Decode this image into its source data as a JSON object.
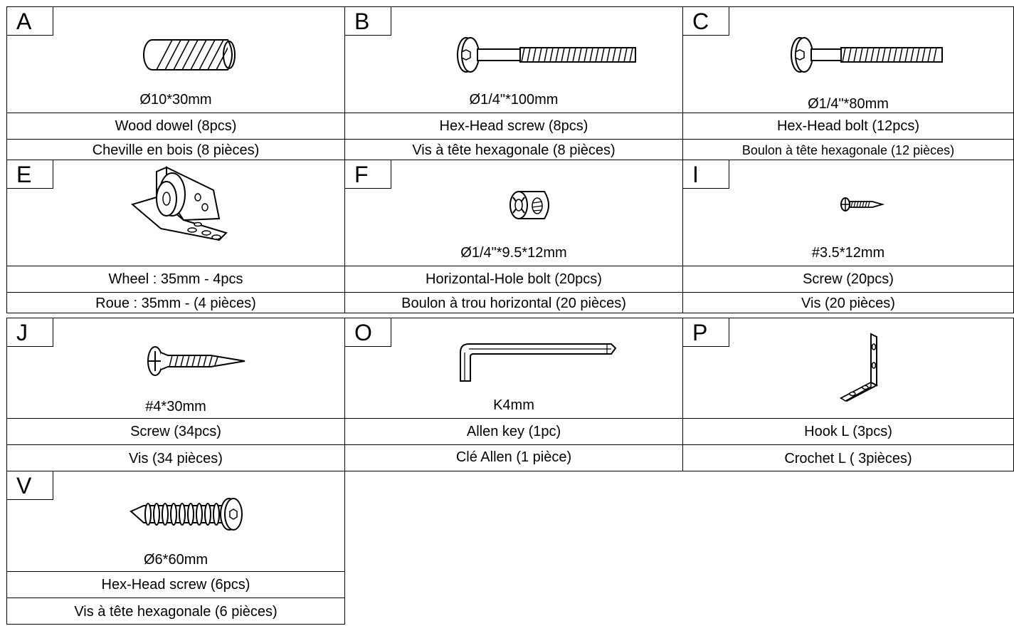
{
  "parts": [
    {
      "letter": "A",
      "icon": "wood-dowel-icon",
      "size": "Ø10*30mm",
      "name_en": "Wood dowel (8pcs)",
      "name_fr": "Cheville en bois (8 pièces)"
    },
    {
      "letter": "B",
      "icon": "hex-head-screw-icon",
      "size": "Ø1/4\"*100mm",
      "name_en": "Hex-Head screw (8pcs)",
      "name_fr": "Vis à tête hexagonale (8 pièces)"
    },
    {
      "letter": "C",
      "icon": "hex-head-bolt-icon",
      "size": "Ø1/4\"*80mm",
      "name_en": "Hex-Head bolt (12pcs)",
      "name_fr": "Boulon à tête hexagonale (12 pièces)"
    },
    {
      "letter": "E",
      "icon": "wheel-bracket-icon",
      "size": "",
      "name_en": "Wheel : 35mm - 4pcs",
      "name_fr": "Roue : 35mm - (4 pièces)"
    },
    {
      "letter": "F",
      "icon": "barrel-nut-icon",
      "size": "Ø1/4\"*9.5*12mm",
      "name_en": "Horizontal-Hole bolt (20pcs)",
      "name_fr": "Boulon à trou horizontal (20 pièces)"
    },
    {
      "letter": "I",
      "icon": "small-screw-icon",
      "size": "#3.5*12mm",
      "name_en": "Screw (20pcs)",
      "name_fr": "Vis (20 pièces)"
    },
    {
      "letter": "J",
      "icon": "wood-screw-icon",
      "size": "#4*30mm",
      "name_en": "Screw (34pcs)",
      "name_fr": "Vis (34 pièces)"
    },
    {
      "letter": "O",
      "icon": "allen-key-icon",
      "size": "K4mm",
      "name_en": "Allen key (1pc)",
      "name_fr": "Clé Allen (1 pièce)"
    },
    {
      "letter": "P",
      "icon": "l-hook-icon",
      "size": "",
      "name_en": "Hook L (3pcs)",
      "name_fr": "Crochet L ( 3pièces)"
    },
    {
      "letter": "V",
      "icon": "lag-screw-icon",
      "size": "Ø6*60mm",
      "name_en": "Hex-Head screw (6pcs)",
      "name_fr": "Vis à tête hexagonale (6 pièces)"
    }
  ]
}
